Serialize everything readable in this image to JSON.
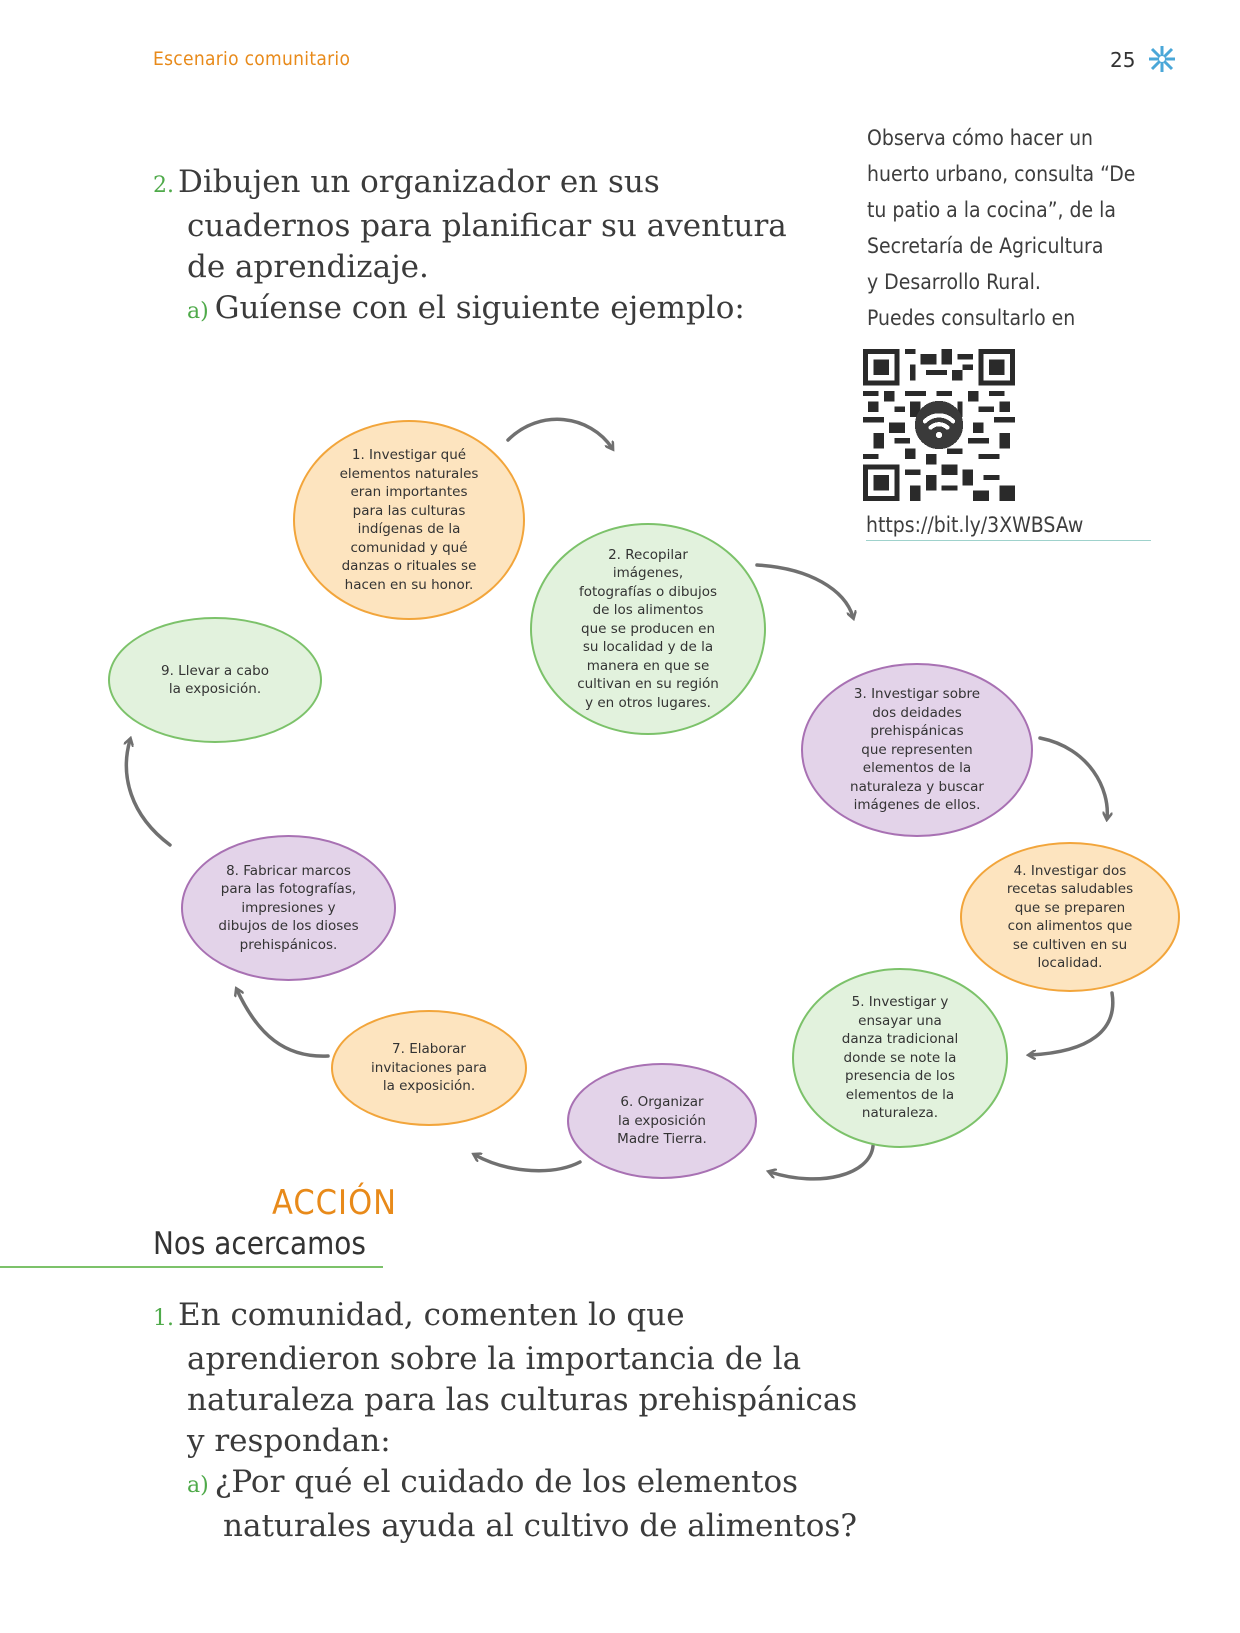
{
  "header": {
    "section": "Escenario comunitario",
    "page_number": "25",
    "logo_icon": "snowflake-pattern-icon",
    "color": "#e88a1a"
  },
  "q2": {
    "number": "2.",
    "lines": [
      "Dibujen un organizador en sus",
      "cuadernos para planificar su aventura",
      "de aprendizaje."
    ],
    "sub_letter": "a)",
    "sub_text": "Guíense con el siguiente ejemplo:"
  },
  "sidebar": {
    "lines": [
      "Observa cómo hacer un",
      "huerto urbano, consulta “De",
      "tu patio a la cocina”, de la",
      "Secretaría de Agricultura",
      "y Desarrollo Rural.",
      "Puedes consultarlo en"
    ],
    "qr_icon": "qr-code-icon",
    "url": "https://bit.ly/3XWBSAw"
  },
  "organizer": {
    "colors": {
      "orange": "#f2a53b",
      "green": "#7cc26a",
      "purple": "#a871b3",
      "arrow": "#707070"
    },
    "steps": [
      {
        "lines": [
          "1. Investigar qué",
          "elementos naturales",
          "eran importantes",
          "para las culturas",
          "indígenas de la",
          "comunidad y qué",
          "danzas o rituales se",
          "hacen en su honor."
        ],
        "color": "orange"
      },
      {
        "lines": [
          "2. Recopilar",
          "imágenes,",
          "fotografías o dibujos",
          "de los alimentos",
          "que se producen en",
          "su localidad y de la",
          "manera en que se",
          "cultivan en su región",
          "y en otros lugares."
        ],
        "color": "green"
      },
      {
        "lines": [
          "3. Investigar sobre",
          "dos deidades",
          "prehispánicas",
          "que representen",
          "elementos de la",
          "naturaleza y buscar",
          "imágenes de ellos."
        ],
        "color": "purple"
      },
      {
        "lines": [
          "4. Investigar dos",
          "recetas saludables",
          "que se preparen",
          "con alimentos que",
          "se cultiven en su",
          "localidad."
        ],
        "color": "orange"
      },
      {
        "lines": [
          "5. Investigar y",
          "ensayar una",
          "danza tradicional",
          "donde se note la",
          "presencia de los",
          "elementos de la",
          "naturaleza."
        ],
        "color": "green"
      },
      {
        "lines": [
          "6. Organizar",
          "la exposición",
          "Madre Tierra."
        ],
        "color": "purple"
      },
      {
        "lines": [
          "7. Elaborar",
          "invitaciones para",
          "la exposición."
        ],
        "color": "orange"
      },
      {
        "lines": [
          "8. Fabricar marcos",
          "para las fotografías,",
          "impresiones y",
          "dibujos de los dioses",
          "prehispánicos."
        ],
        "color": "purple"
      },
      {
        "lines": [
          "9. Llevar a cabo",
          "la exposición."
        ],
        "color": "green"
      }
    ]
  },
  "accion": {
    "title": "ACCIÓN",
    "subtitle": "Nos acercamos"
  },
  "q1": {
    "number": "1.",
    "lines": [
      "En comunidad, comenten lo que",
      "aprendieron sobre la importancia de la",
      "naturaleza para las culturas prehispánicas",
      "y respondan:"
    ],
    "sub_letter": "a)",
    "sub_lines": [
      "¿Por qué el cuidado de los elementos",
      "naturales ayuda al cultivo de alimentos?"
    ]
  }
}
